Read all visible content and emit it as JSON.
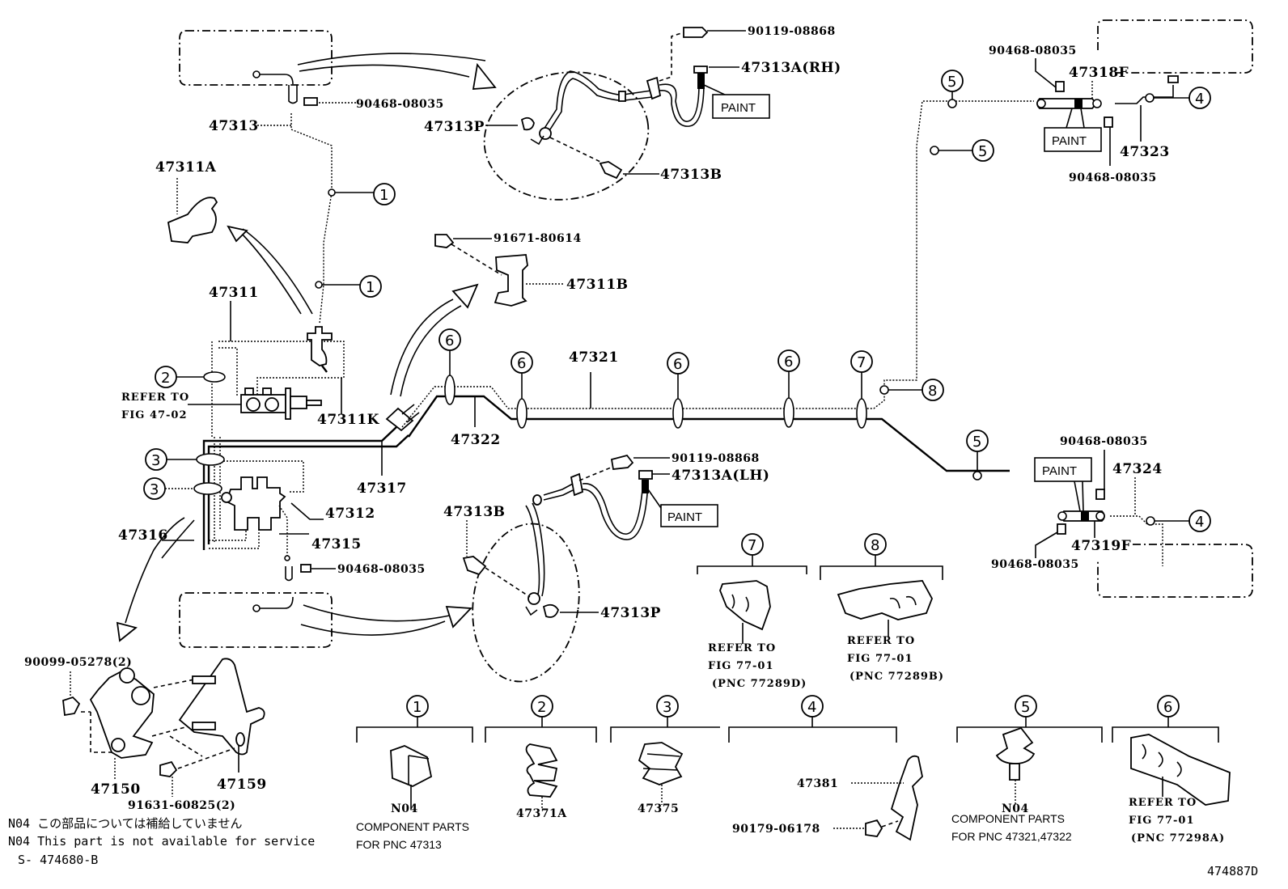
{
  "diagram": {
    "title_code": "474887D",
    "figure_ref": "S- 474680-B",
    "notes": [
      "N04 この部品については補給していません",
      "N04 This part is not available for service"
    ],
    "labels": {
      "p90119_08868_top": "90119-08868",
      "p47313A_RH": "47313A(RH)",
      "paint_rh": "PAINT",
      "p47313P_top": "47313P",
      "p47313B_top": "47313B",
      "p90468_top_left": "90468-08035",
      "p47313": "47313",
      "p47311A": "47311A",
      "p91671_80614": "91671-80614",
      "p47311B": "47311B",
      "p47311": "47311",
      "p47311K": "47311K",
      "refer_47_02_a": "REFER TO",
      "refer_47_02_b": "FIG 47-02",
      "p47321": "47321",
      "p47322": "47322",
      "p47317": "47317",
      "p47312": "47312",
      "p47316": "47316",
      "p47315": "47315",
      "p90468_mid_left": "90468-08035",
      "p90119_08868_bot": "90119-08868",
      "p47313A_LH": "47313A(LH)",
      "paint_lh": "PAINT",
      "p47313B_bot": "47313B",
      "p47313P_bot": "47313P",
      "p90099_05278": "90099-05278(2)",
      "p47150": "47150",
      "p47159": "47159",
      "p91631_60825": "91631-60825(2)",
      "p90468_tr_a": "90468-08035",
      "p47318F": "47318F",
      "paint_tr": "PAINT",
      "p47323": "47323",
      "p90468_tr_b": "90468-08035",
      "p90468_br_a": "90468-08035",
      "paint_br": "PAINT",
      "p47324": "47324",
      "p47319F": "47319F",
      "p90468_br_b": "90468-08035"
    },
    "callout_numbers": [
      "1",
      "2",
      "3",
      "4",
      "5",
      "6",
      "7",
      "8"
    ],
    "clip_groups": [
      {
        "num": "7",
        "ref": [
          "REFER TO",
          "FIG 77-01",
          "(PNC 77289D)"
        ]
      },
      {
        "num": "8",
        "ref": [
          "REFER TO",
          "FIG 77-01",
          "(PNC 77289B)"
        ]
      }
    ],
    "legend": [
      {
        "num": "1",
        "part": "N04",
        "desc": [
          "COMPONENT PARTS",
          "FOR PNC 47313"
        ]
      },
      {
        "num": "2",
        "part": "47371A"
      },
      {
        "num": "3",
        "part": "47375"
      },
      {
        "num": "4",
        "part": "47381",
        "extra": "90179-06178"
      },
      {
        "num": "5",
        "part": "N04",
        "desc": [
          "COMPONENT PARTS",
          "FOR PNC 47321,47322"
        ]
      },
      {
        "num": "6",
        "ref": [
          "REFER TO",
          "FIG 77-01",
          "(PNC 77298A)"
        ]
      }
    ]
  }
}
